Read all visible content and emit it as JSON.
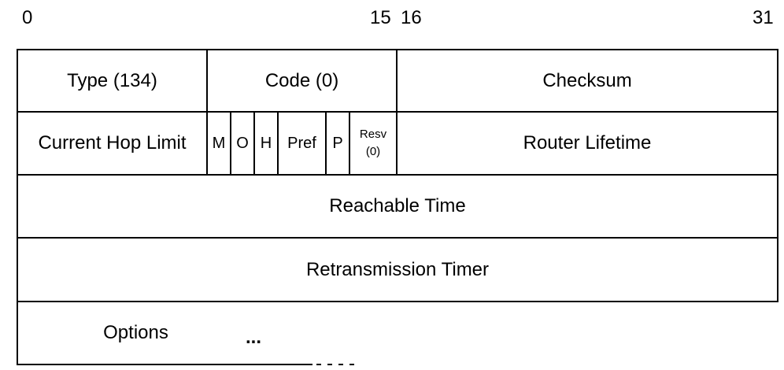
{
  "bit_labels": {
    "start": "0",
    "mid_left": "15",
    "mid_right": "16",
    "end": "31"
  },
  "rows": {
    "row1": {
      "type": "Type (134)",
      "code": "Code (0)",
      "checksum": "Checksum"
    },
    "row2": {
      "hop_limit": "Current Hop Limit",
      "flag_m": "M",
      "flag_o": "O",
      "flag_h": "H",
      "flag_pref": "Pref",
      "flag_p": "P",
      "resv_label": "Resv",
      "resv_value": "(0)",
      "router_lifetime": "Router Lifetime"
    },
    "row3": {
      "reachable_time": "Reachable Time"
    },
    "row4": {
      "retransmission_timer": "Retransmission Timer"
    },
    "row5": {
      "options": "Options",
      "ellipsis": "..."
    }
  }
}
